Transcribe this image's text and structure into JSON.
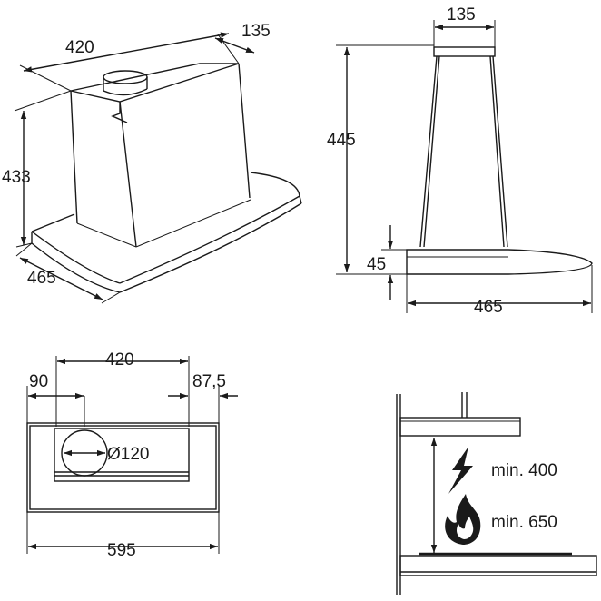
{
  "iso_view": {
    "width": "420",
    "depth": "135",
    "height": "433",
    "canopy_depth": "465"
  },
  "side_view": {
    "chimney_depth": "135",
    "height": "445",
    "canopy_thickness": "45",
    "canopy_depth": "465"
  },
  "bottom_view": {
    "width": "595",
    "outlet_span": "420",
    "left_offset": "90",
    "right_offset": "87,5",
    "duct_diameter": "Ø120"
  },
  "install_view": {
    "electric_min": "min. 400",
    "gas_min": "min. 650"
  },
  "icons": {
    "electric": "lightning-icon",
    "gas": "flame-icon"
  },
  "colors": {
    "line": "#1a1a1a",
    "background": "#ffffff"
  }
}
